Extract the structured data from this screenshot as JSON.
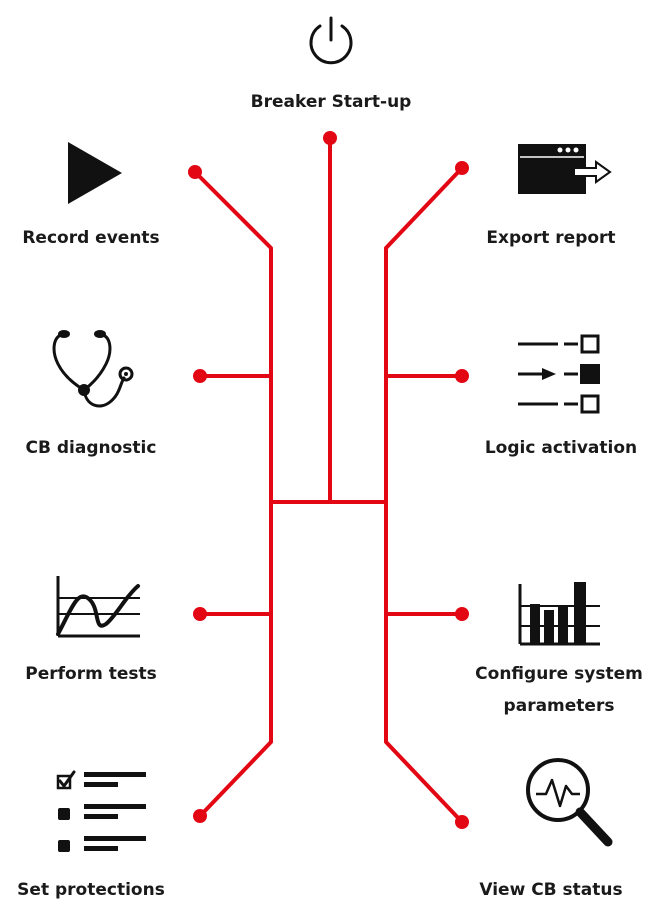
{
  "colors": {
    "connector": "#e30613",
    "icon": "#111111",
    "text": "#1a1a1a"
  },
  "nodes": {
    "startup": {
      "label": "Breaker Start-up",
      "icon": "power-icon"
    },
    "record": {
      "label": "Record events",
      "icon": "play-icon"
    },
    "export": {
      "label": "Export report",
      "icon": "export-window-icon"
    },
    "diagnostic": {
      "label": "CB diagnostic",
      "icon": "stethoscope-icon"
    },
    "logic": {
      "label": "Logic activation",
      "icon": "logic-switch-icon"
    },
    "tests": {
      "label": "Perform tests",
      "icon": "test-graph-icon"
    },
    "configure": {
      "label_line1": "Configure system",
      "label_line2": "parameters",
      "icon": "bar-chart-icon"
    },
    "protections": {
      "label": "Set protections",
      "icon": "checklist-icon"
    },
    "status": {
      "label": "View CB status",
      "icon": "magnifier-waveform-icon"
    }
  }
}
